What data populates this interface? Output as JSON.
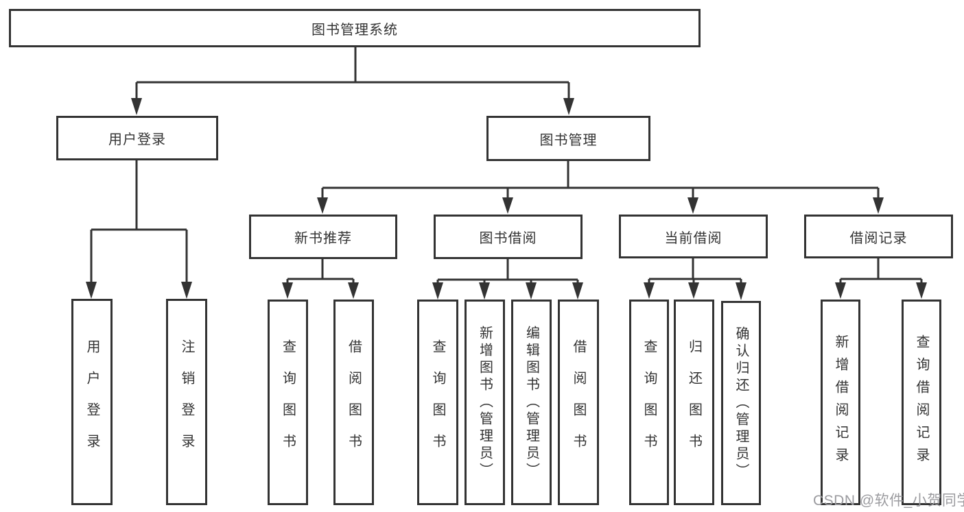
{
  "diagram": {
    "watermark": "CSDN @软件_小贺同学",
    "colors": {
      "line": "#333333",
      "box_border": "#333333",
      "text": "#333333",
      "watermark": "#9b9b9f",
      "background": "#ffffff"
    },
    "tree": {
      "label": "图书管理系统",
      "children": [
        {
          "label": "用户登录",
          "children": [
            {
              "label": "用户登录"
            },
            {
              "label": "注销登录"
            }
          ]
        },
        {
          "label": "图书管理",
          "children": [
            {
              "label": "新书推荐",
              "children": [
                {
                  "label": "查询图书"
                },
                {
                  "label": "借阅图书"
                }
              ]
            },
            {
              "label": "图书借阅",
              "children": [
                {
                  "label": "查询图书"
                },
                {
                  "label": "新增图书（管理员）"
                },
                {
                  "label": "编辑图书（管理员）"
                },
                {
                  "label": "借阅图书"
                }
              ]
            },
            {
              "label": "当前借阅",
              "children": [
                {
                  "label": "查询图书"
                },
                {
                  "label": "归还图书"
                },
                {
                  "label": "确认归还（管理员）"
                }
              ]
            },
            {
              "label": "借阅记录",
              "children": [
                {
                  "label": "新增借阅记录"
                },
                {
                  "label": "查询借阅记录"
                }
              ]
            }
          ]
        }
      ]
    }
  }
}
